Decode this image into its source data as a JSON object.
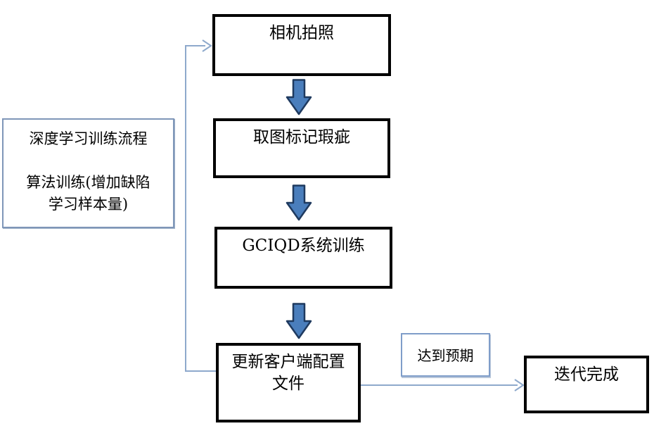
{
  "diagram": {
    "note": {
      "line1": "深度学习训练流程",
      "line2": "算法训练(增加缺陷",
      "line3": "学习样本量)"
    },
    "steps": {
      "step1": "相机拍照",
      "step2": "取图标记瑕疵",
      "step3": "GCIQD系统训练",
      "step4_line1": "更新客户端配置",
      "step4_line2": "文件",
      "end": "迭代完成"
    },
    "edge_label": "达到预期",
    "colors": {
      "process_box_border": "#000000",
      "block_arrow_fill": "#4a7ebc",
      "block_arrow_stroke": "#1f3a5f",
      "connector_line": "#8ea9cc",
      "note_box_border": "#7f96b8",
      "edge_label_border": "#7f9dc9",
      "background": "#ffffff"
    }
  }
}
